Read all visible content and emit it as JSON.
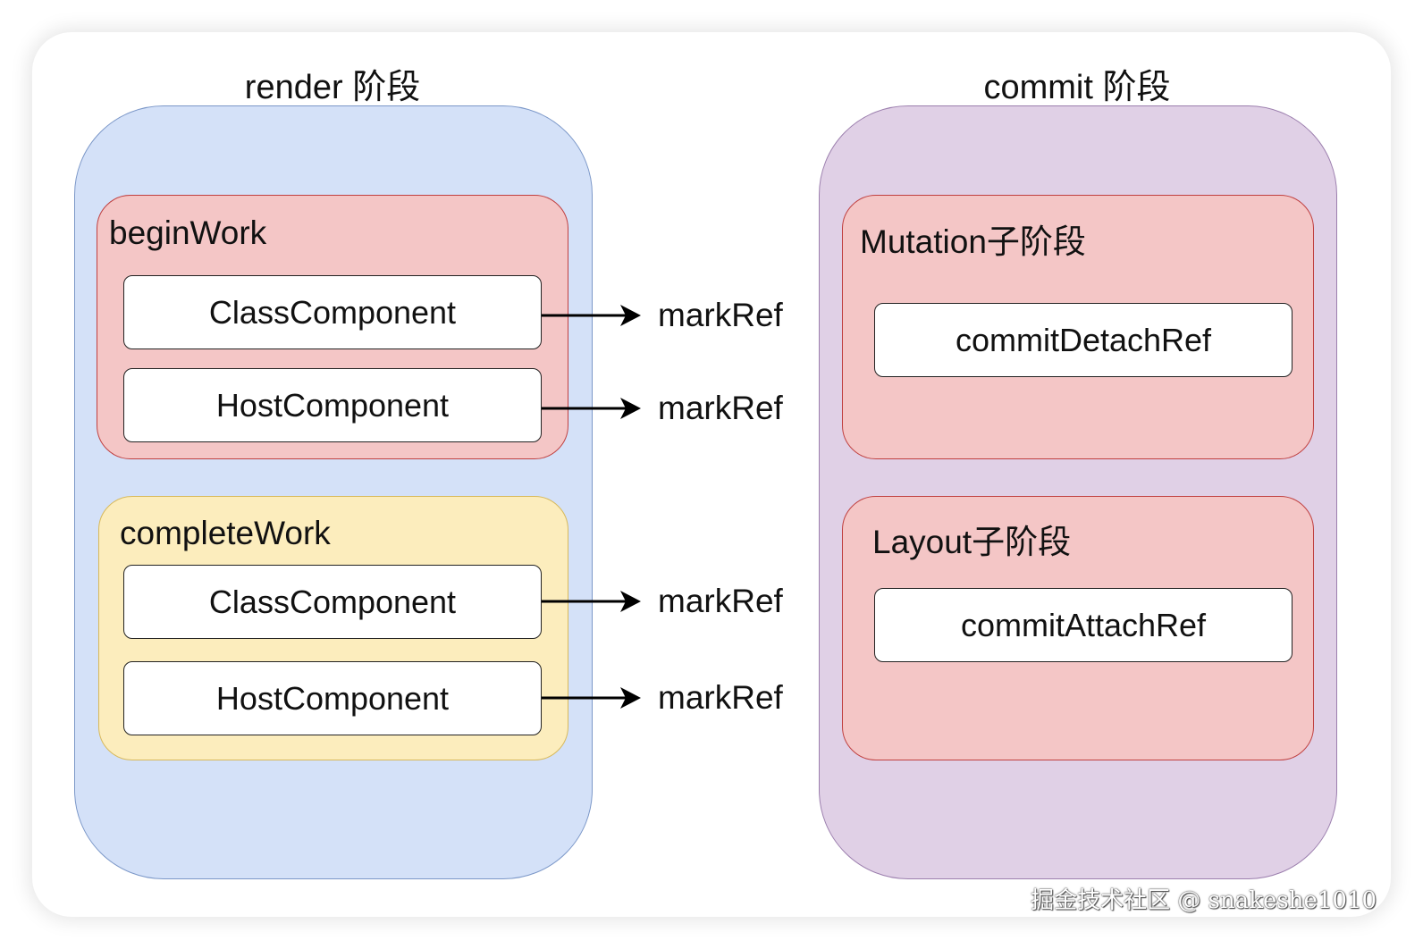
{
  "render_phase": {
    "title": "render 阶段",
    "begin_work": {
      "label": "beginWork",
      "nodes": [
        "ClassComponent",
        "HostComponent"
      ]
    },
    "complete_work": {
      "label": "completeWork",
      "nodes": [
        "ClassComponent",
        "HostComponent"
      ]
    }
  },
  "mark_refs": [
    "markRef",
    "markRef",
    "markRef",
    "markRef"
  ],
  "commit_phase": {
    "title": "commit 阶段",
    "mutation": {
      "label": "Mutation子阶段",
      "node": "commitDetachRef"
    },
    "layout": {
      "label": "Layout子阶段",
      "node": "commitAttachRef"
    }
  },
  "watermark": "掘金技术社区 @ snakeshe1010",
  "colors": {
    "render_fill": "#d4e1f8",
    "commit_fill": "#e0d0e6",
    "red_group_fill": "#f4c6c6",
    "yellow_group_fill": "#fcedbd"
  }
}
